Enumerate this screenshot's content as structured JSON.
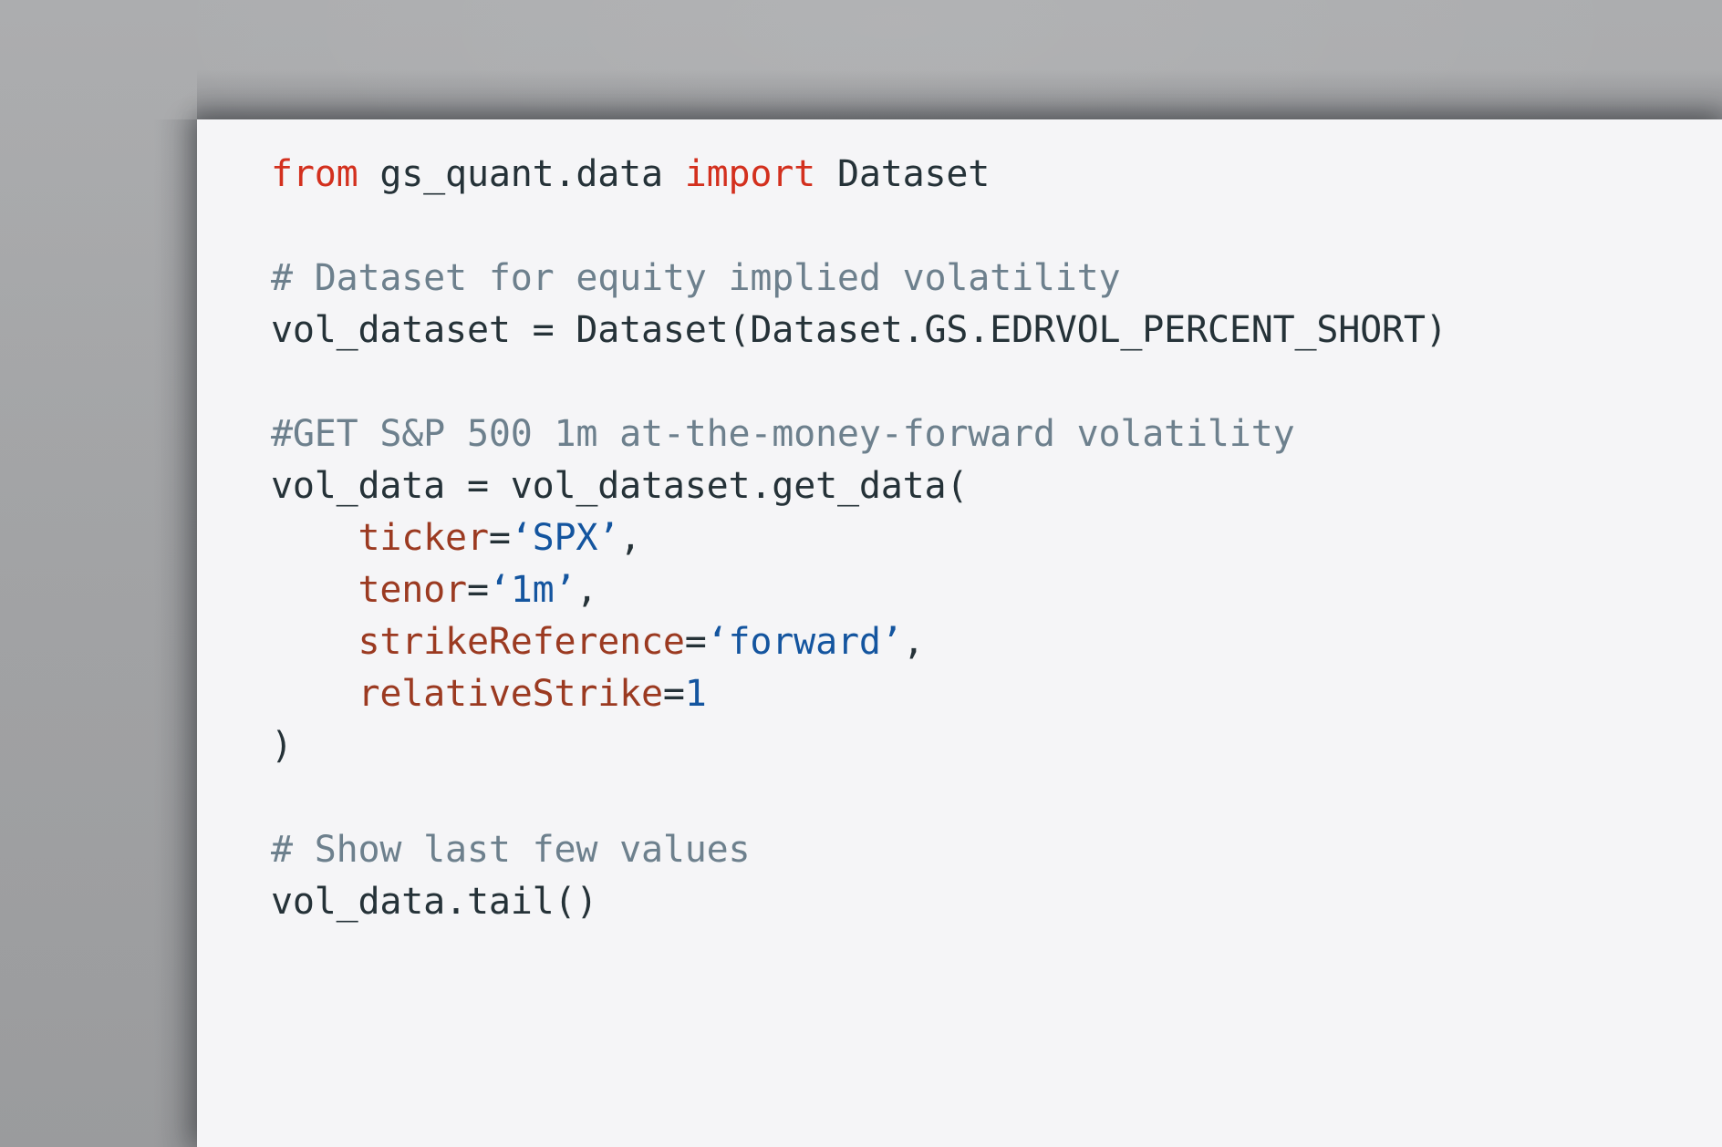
{
  "panel": {
    "background_color": "#f5f5f7",
    "backdrop_color": "#a3a4a6"
  },
  "theme": {
    "keyword_color": "#d3301e",
    "plain_color": "#253238",
    "comment_color": "#6d808d",
    "constant_color": "#14559f",
    "kwarg_color": "#9b3a21",
    "operator_color": "#cf2020",
    "string_color": "#14559f",
    "number_color": "#14559f"
  },
  "code": {
    "language": "python",
    "lines": [
      {
        "index": 0,
        "tokens": [
          {
            "text": "from",
            "type": "keyword"
          },
          {
            "text": " gs_quant.data ",
            "type": "plain"
          },
          {
            "text": "import",
            "type": "keyword"
          },
          {
            "text": " Dataset",
            "type": "plain"
          }
        ]
      },
      {
        "index": 1,
        "tokens": []
      },
      {
        "index": 2,
        "tokens": [
          {
            "text": "# Dataset for equity implied volatility",
            "type": "comment"
          }
        ]
      },
      {
        "index": 3,
        "tokens": [
          {
            "text": "vol_dataset ",
            "type": "plain"
          },
          {
            "text": "=",
            "type": "operator"
          },
          {
            "text": " Dataset(Dataset.",
            "type": "plain"
          },
          {
            "text": "GS.EDRVOL_PERCENT_SHORT",
            "type": "constant"
          },
          {
            "text": ")",
            "type": "punct"
          }
        ]
      },
      {
        "index": 4,
        "tokens": []
      },
      {
        "index": 5,
        "tokens": [
          {
            "text": "#GET S&P 500 1m at-the-money-forward volatility",
            "type": "comment"
          }
        ]
      },
      {
        "index": 6,
        "tokens": [
          {
            "text": "vol_data ",
            "type": "plain"
          },
          {
            "text": "=",
            "type": "operator"
          },
          {
            "text": " vol_dataset.get_data(",
            "type": "plain"
          }
        ]
      },
      {
        "index": 7,
        "tokens": [
          {
            "text": "    ticker",
            "type": "kwarg"
          },
          {
            "text": "=",
            "type": "operator"
          },
          {
            "text": "‘SPX’",
            "type": "string"
          },
          {
            "text": ",",
            "type": "punct"
          }
        ]
      },
      {
        "index": 8,
        "tokens": [
          {
            "text": "    tenor",
            "type": "kwarg"
          },
          {
            "text": "=",
            "type": "operator"
          },
          {
            "text": "‘1m’",
            "type": "string"
          },
          {
            "text": ",",
            "type": "punct"
          }
        ]
      },
      {
        "index": 9,
        "tokens": [
          {
            "text": "    strikeReference",
            "type": "kwarg"
          },
          {
            "text": "=",
            "type": "operator"
          },
          {
            "text": "‘forward’",
            "type": "string"
          },
          {
            "text": ",",
            "type": "punct"
          }
        ]
      },
      {
        "index": 10,
        "tokens": [
          {
            "text": "    relativeStrike",
            "type": "kwarg"
          },
          {
            "text": "=",
            "type": "operator"
          },
          {
            "text": "1",
            "type": "number"
          }
        ]
      },
      {
        "index": 11,
        "tokens": [
          {
            "text": ")",
            "type": "punct"
          }
        ]
      },
      {
        "index": 12,
        "tokens": []
      },
      {
        "index": 13,
        "tokens": [
          {
            "text": "# Show last few values",
            "type": "comment"
          }
        ]
      },
      {
        "index": 14,
        "tokens": [
          {
            "text": "vol_data.tail()",
            "type": "plain"
          }
        ]
      }
    ]
  }
}
